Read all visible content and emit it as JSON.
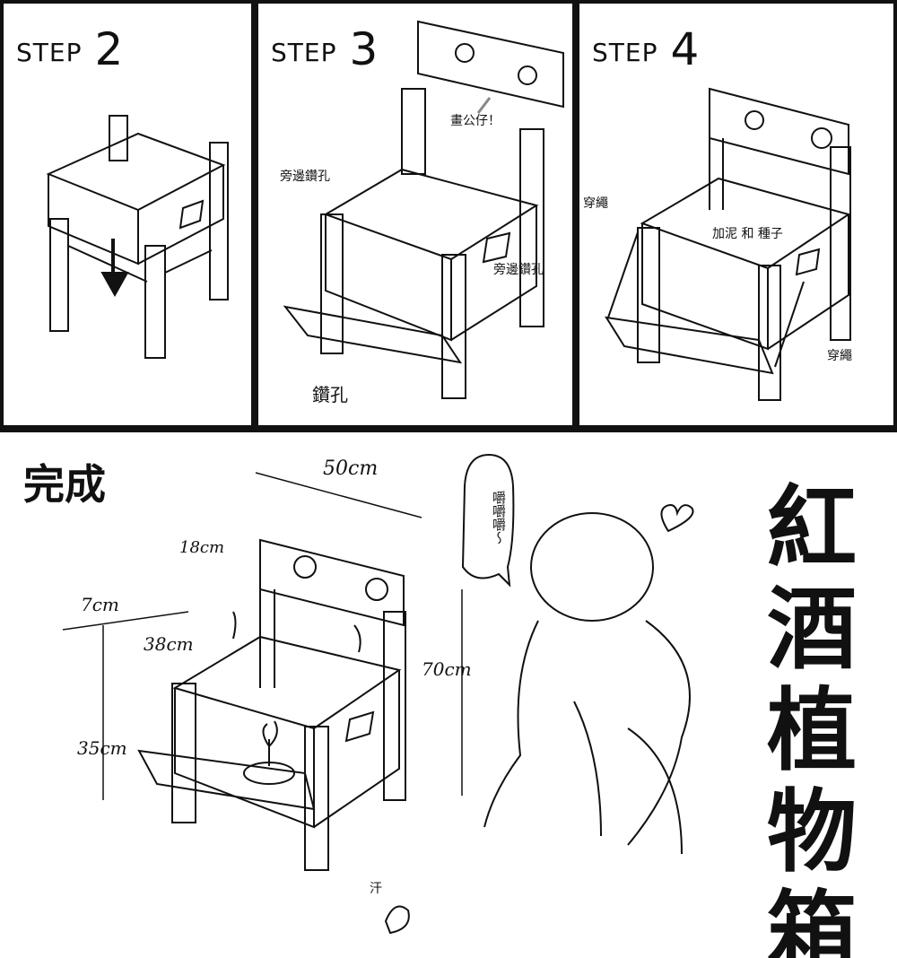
{
  "panels": {
    "step2": {
      "word": "STEP",
      "num": "2"
    },
    "step3": {
      "word": "STEP",
      "num": "3",
      "labels": {
        "cartoon": "畫公仔！",
        "side_drill_top": "旁邊鑽孔",
        "side_drill_right": "旁邊鑽孔",
        "drill": "鑽孔"
      }
    },
    "step4": {
      "word": "STEP",
      "num": "4",
      "labels": {
        "rope_left": "穿繩",
        "soil": "加泥 和 種子",
        "rope_right": "穿繩"
      }
    }
  },
  "final": {
    "done_label": "完成",
    "title_chars": [
      "紅",
      "酒",
      "植",
      "物",
      "箱"
    ],
    "dims": {
      "width": "50cm",
      "top": "18cm",
      "left": "7cm",
      "depth": "38cm",
      "height": "70cm",
      "seat": "35cm"
    },
    "speech": "嚼嚼嚼～",
    "sweat": "汗"
  }
}
